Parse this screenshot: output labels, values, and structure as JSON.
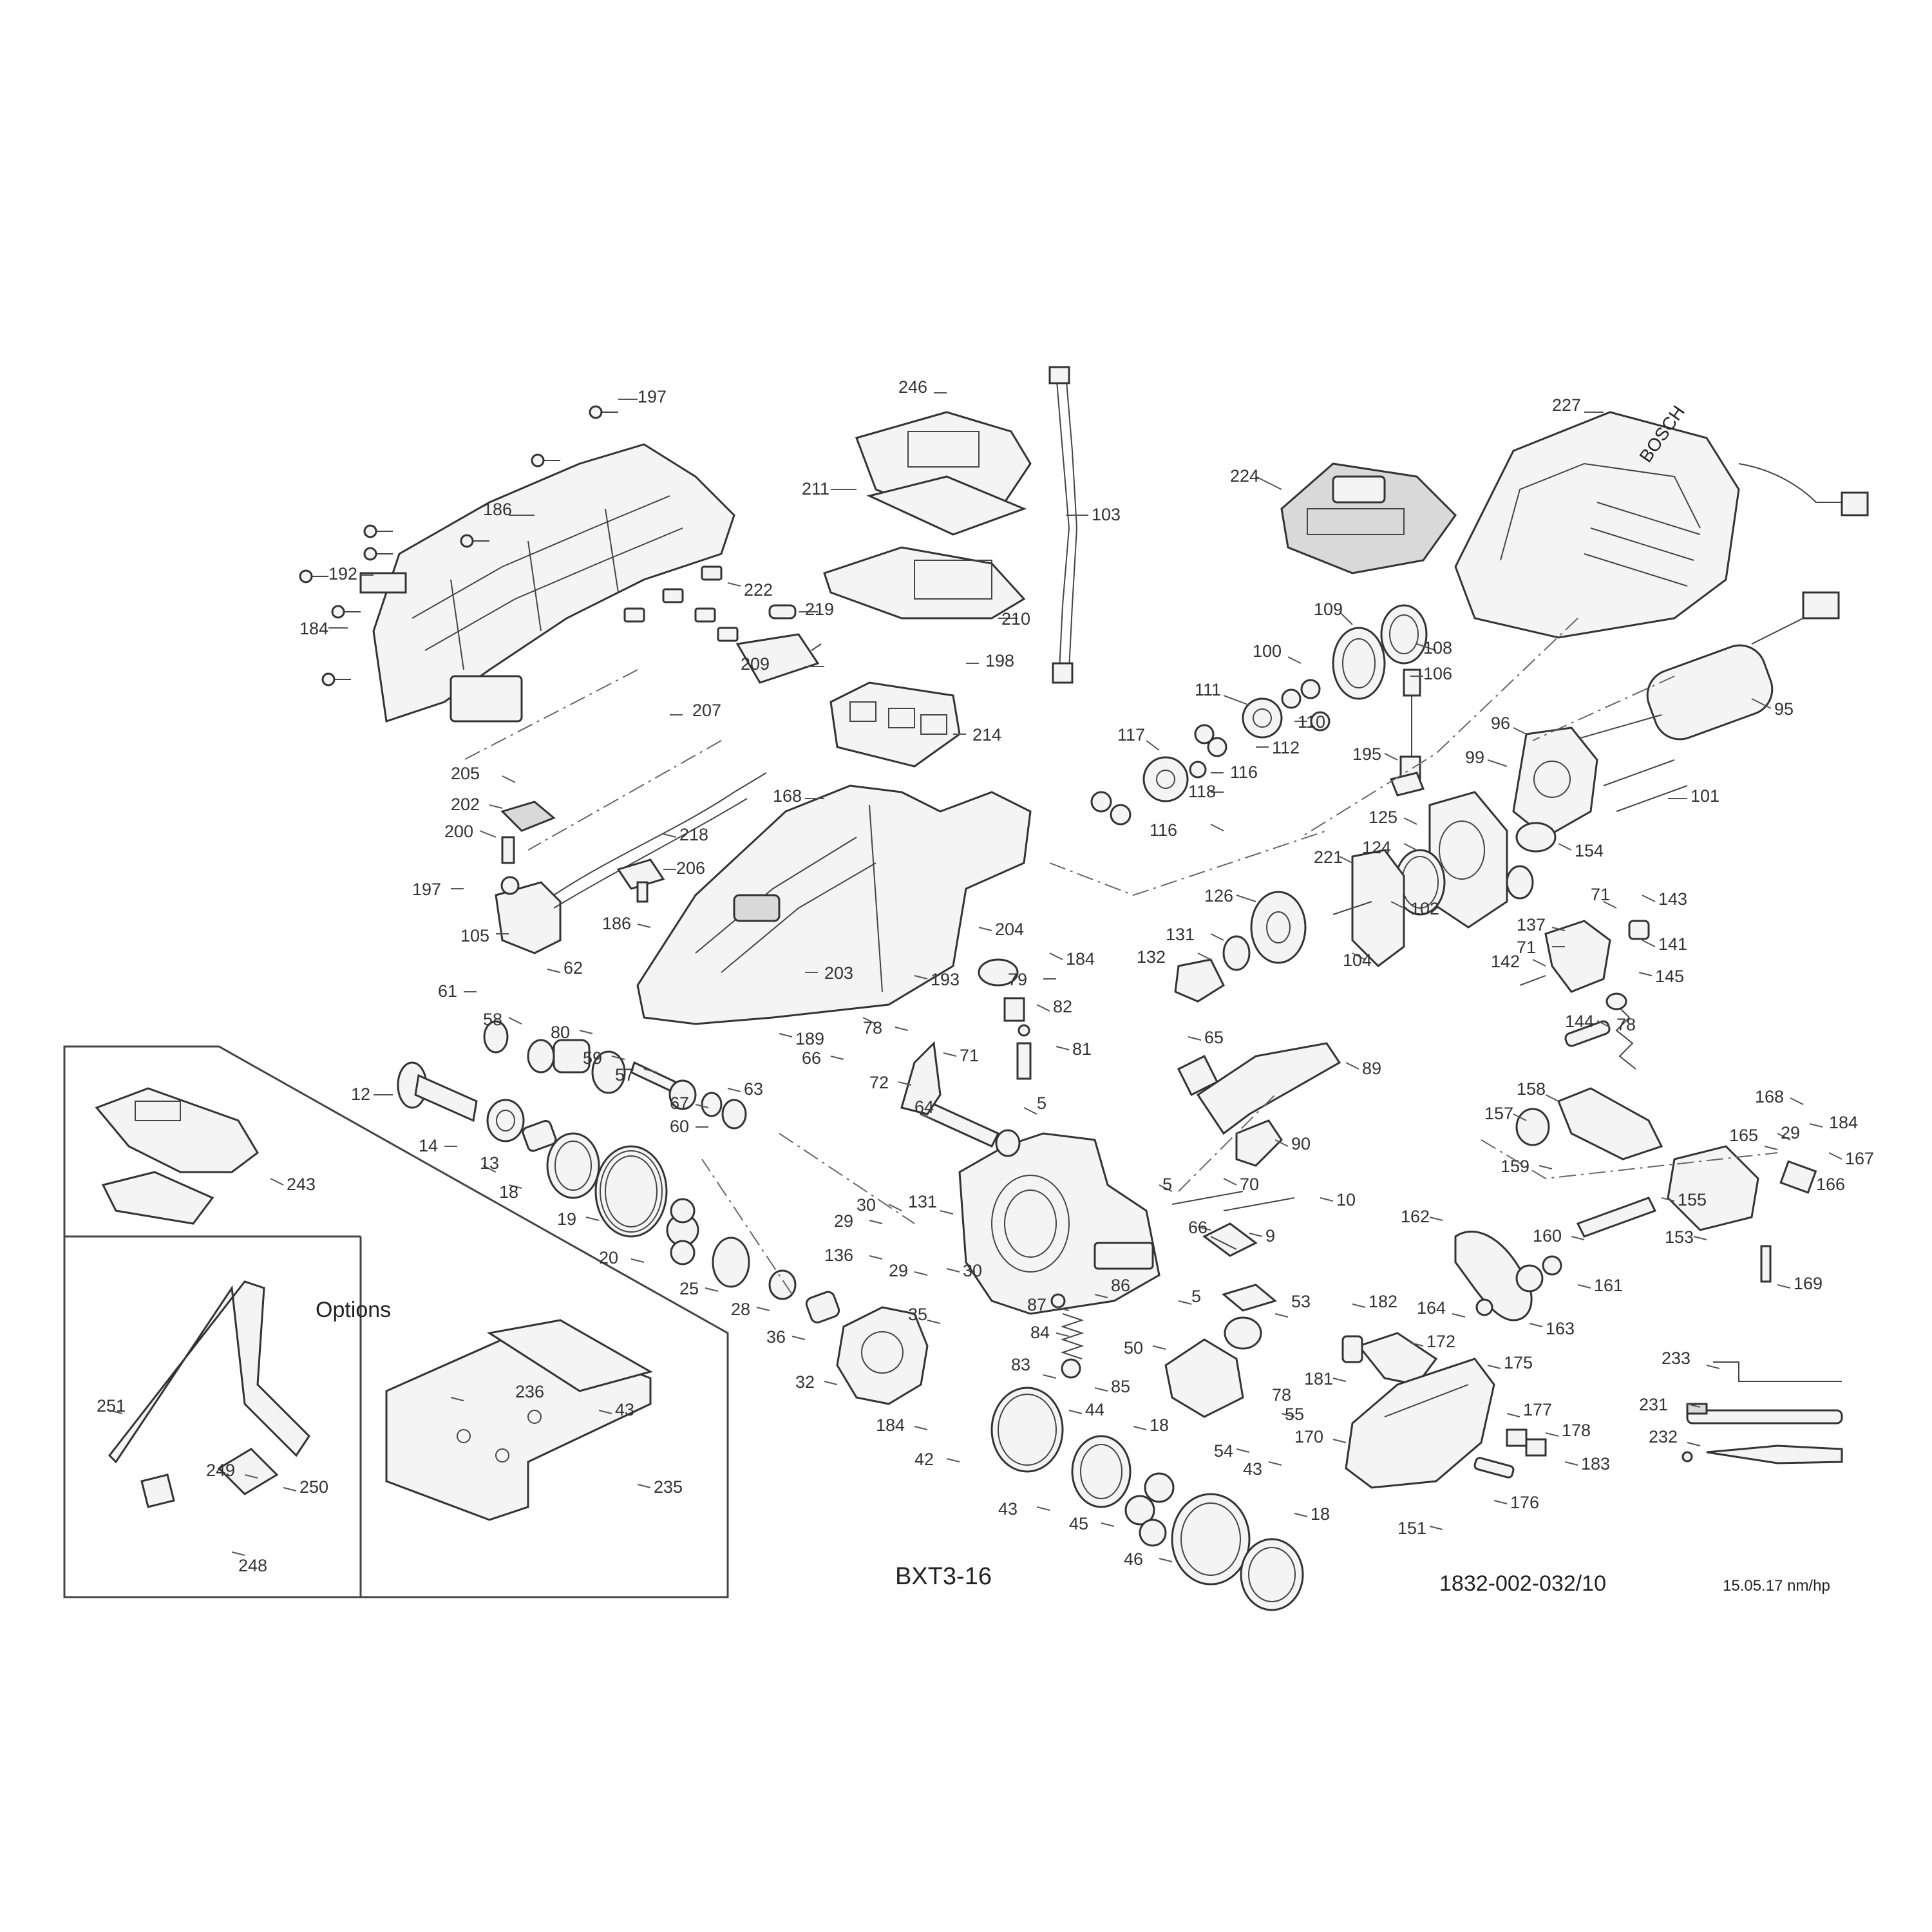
{
  "diagram": {
    "model": "BXT3-16",
    "document_number": "1832-002-032/10",
    "date_stamp": "15.05.17 nm/hp",
    "options_label": "Options",
    "battery_brand": "BOSCH"
  },
  "callouts": [
    "197",
    "246",
    "227",
    "186",
    "211",
    "103",
    "224",
    "192",
    "222",
    "219",
    "184",
    "210",
    "109",
    "108",
    "209",
    "198",
    "100",
    "106",
    "207",
    "214",
    "111",
    "110",
    "117",
    "112",
    "116",
    "95",
    "96",
    "205",
    "168",
    "99",
    "195",
    "202",
    "118",
    "101",
    "200",
    "218",
    "125",
    "206",
    "124",
    "154",
    "197",
    "116",
    "221",
    "186",
    "204",
    "105",
    "126",
    "71",
    "143",
    "131",
    "137",
    "102",
    "132",
    "184",
    "71",
    "141",
    "142",
    "104",
    "203",
    "193",
    "62",
    "61",
    "78",
    "145",
    "79",
    "82",
    "58",
    "80",
    "65",
    "189",
    "78",
    "144",
    "81",
    "66",
    "89",
    "59",
    "71",
    "57",
    "72",
    "12",
    "63",
    "67",
    "64",
    "60",
    "5",
    "158",
    "168",
    "14",
    "157",
    "90",
    "184",
    "29",
    "165",
    "167",
    "13",
    "159",
    "243",
    "18",
    "131",
    "30",
    "29",
    "5",
    "70",
    "10",
    "166",
    "19",
    "136",
    "66",
    "9",
    "155",
    "162",
    "20",
    "29",
    "30",
    "160",
    "153",
    "25",
    "169",
    "28",
    "161",
    "87",
    "86",
    "5",
    "53",
    "182",
    "35",
    "164",
    "163",
    "36",
    "84",
    "50",
    "233",
    "172",
    "83",
    "175",
    "32",
    "85",
    "78",
    "181",
    "231",
    "44",
    "55",
    "251",
    "236",
    "43",
    "184",
    "18",
    "177",
    "170",
    "178",
    "232",
    "42",
    "54",
    "43",
    "183",
    "249",
    "250",
    "235",
    "43",
    "45",
    "176",
    "18",
    "151",
    "248",
    "46"
  ]
}
